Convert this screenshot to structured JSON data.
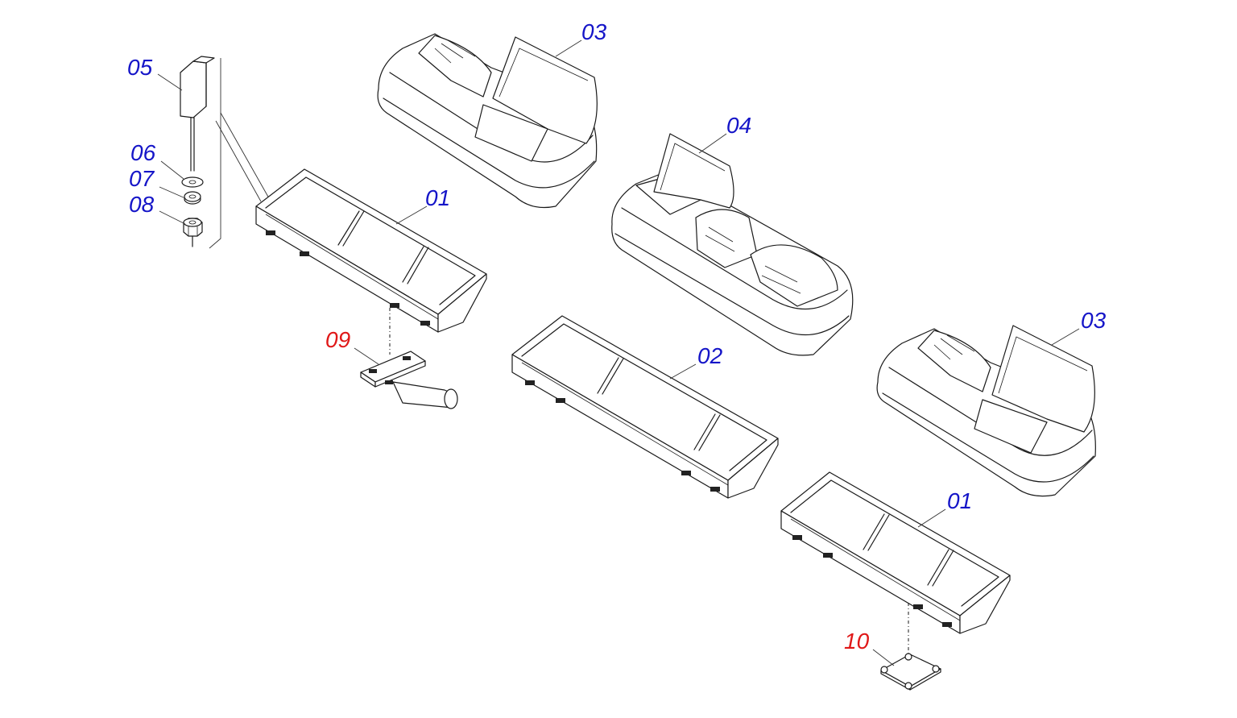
{
  "labels": {
    "l01a": "01",
    "l01b": "01",
    "l02": "02",
    "l03a": "03",
    "l03b": "03",
    "l04": "04",
    "l05": "05",
    "l06": "06",
    "l07": "07",
    "l08": "08",
    "l09": "09",
    "l10": "10"
  },
  "colors": {
    "label_standard": "#1515c8",
    "label_highlight": "#e01818",
    "line": "#1a1a1a",
    "background": "#ffffff"
  }
}
